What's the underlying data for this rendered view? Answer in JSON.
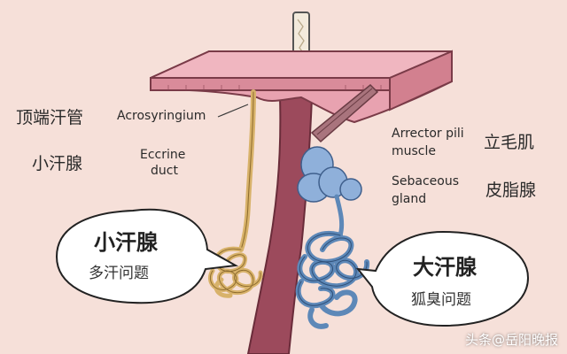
{
  "labels": {
    "acrosyringium_cn": "顶端汗管",
    "acrosyringium_en": "Acrosyringium",
    "eccrine_cn": "小汗腺",
    "eccrine_duct_en_1": "Eccrine",
    "eccrine_duct_en_2": "duct",
    "arrector_en_1": "Arrector pili",
    "arrector_en_2": "muscle",
    "arrector_cn": "立毛肌",
    "sebaceous_en_1": "Sebaceous",
    "sebaceous_en_2": "gland",
    "sebaceous_cn": "皮脂腺"
  },
  "bubbles": {
    "left_title": "小汗腺",
    "left_sub": "多汗问题",
    "right_title": "大汗腺",
    "right_sub": "狐臭问题"
  },
  "watermark": "头条@岳阳晚报",
  "colors": {
    "background": "#f6e0d9",
    "skin": "#e8a2b0",
    "follicle": "#9c4a5c",
    "eccrine_gland": "#d8b26a",
    "apocrine_gland": "#5d88b8",
    "sebaceous": "#8fb0da"
  }
}
